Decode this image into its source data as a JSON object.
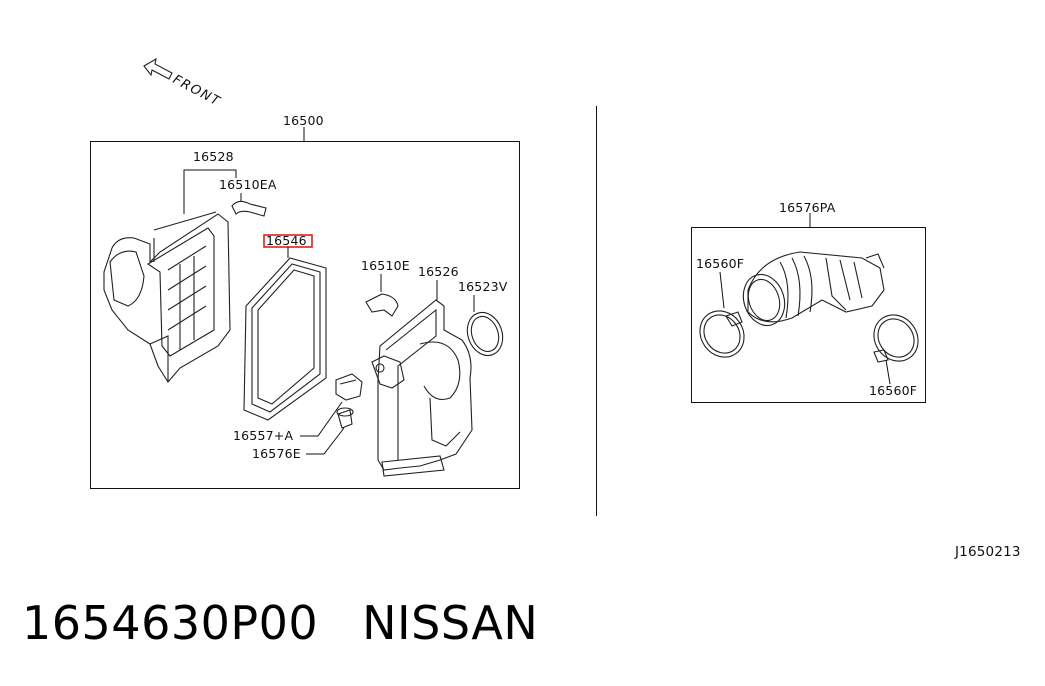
{
  "diagram": {
    "front_label": "FRONT",
    "drawing_code": "J1650213",
    "left_group": {
      "assembly": "16500",
      "labels": {
        "case": "16528",
        "bracket": "16510EA",
        "filter": "16546",
        "bracket_right": "16510E",
        "cover": "16526",
        "seal": "16523V",
        "grommet": "16557+A",
        "clip": "16576E"
      },
      "highlighted": "16546",
      "highlight_color": "#e0201a"
    },
    "right_group": {
      "assembly": "16576PA",
      "labels": {
        "clamp_left": "16560F",
        "clamp_right": "16560F"
      }
    }
  },
  "caption": {
    "part_number": "1654630P00",
    "brand": "NISSAN"
  }
}
